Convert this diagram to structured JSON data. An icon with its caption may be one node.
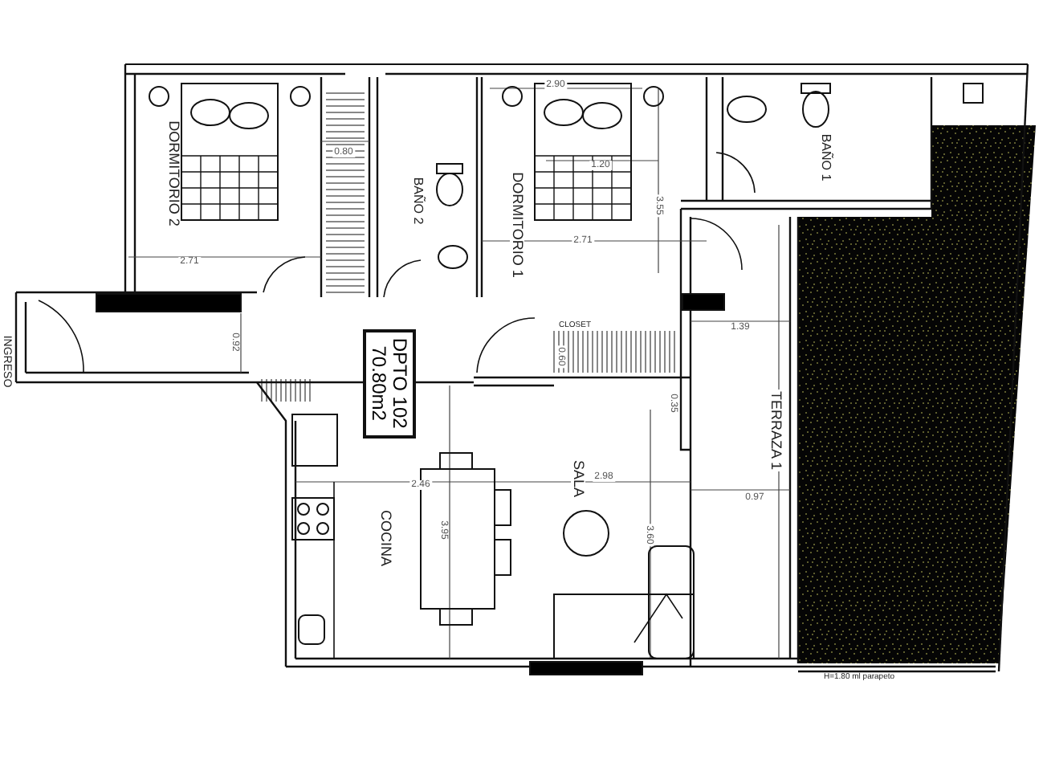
{
  "diagram": {
    "nodes": [
      {
        "text": [
          "DPTO 102",
          "70.80m2"
        ]
      }
    ],
    "edges": [],
    "labels": [
      "DORMITORIO 2",
      "0.80",
      "BAÑO 2",
      "2.90",
      "1.20",
      "DORMITORIO 1",
      "BAÑO 1",
      "2.71",
      "2.71",
      "3.55",
      "INGRESO",
      "0.92",
      "CLOSET",
      "1.39",
      "0.60",
      "0.35",
      "TERRAZA 1",
      "2.46",
      "2.98",
      "SALA",
      "0.97",
      "3.95",
      "COCINA",
      "3.60",
      "H=1.80 ml parapeto"
    ]
  }
}
